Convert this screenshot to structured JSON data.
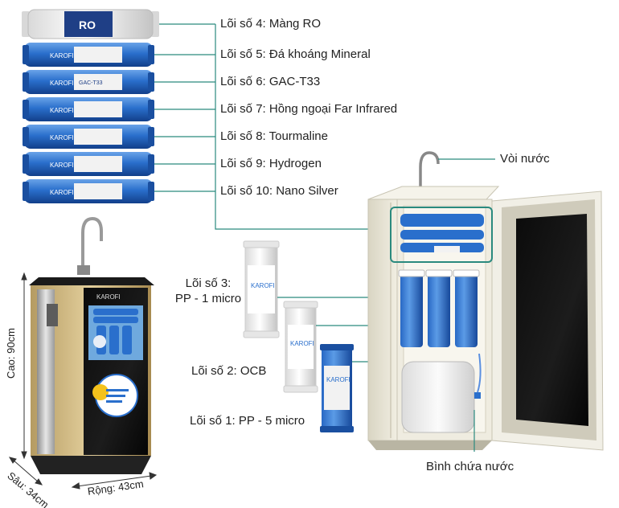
{
  "filters": [
    {
      "label": "Lõi số 4: Màng RO"
    },
    {
      "label": "Lõi số 5: Đá khoáng Mineral"
    },
    {
      "label": "Lõi số 6: GAC-T33"
    },
    {
      "label": "Lõi số 7: Hồng ngoại Far Infrared"
    },
    {
      "label": "Lõi số 8: Tourmaline"
    },
    {
      "label": "Lõi số 9: Hydrogen"
    },
    {
      "label": "Lõi số 10: Nano Silver"
    }
  ],
  "cartridge_texts": {
    "brand": "KAROFI",
    "ro_text": "RO",
    "gac_text": "GAC-T33"
  },
  "prefilters": {
    "l3_line1": "Lõi số 3:",
    "l3_line2": "PP - 1 micro",
    "l2": "Lõi số 2: OCB",
    "l1": "Lõi số 1: PP - 5 micro"
  },
  "parts": {
    "faucet": "Vòi nước",
    "tank": "Bình chứa nước"
  },
  "dimensions": {
    "height": "Cao: 90cm",
    "depth": "Sâu: 34cm",
    "width": "Rộng: 43cm"
  },
  "colors": {
    "leader": "#2a8a7e",
    "cartridge_blue": "#1f5fb8",
    "cabinet": "#ece9dc"
  }
}
